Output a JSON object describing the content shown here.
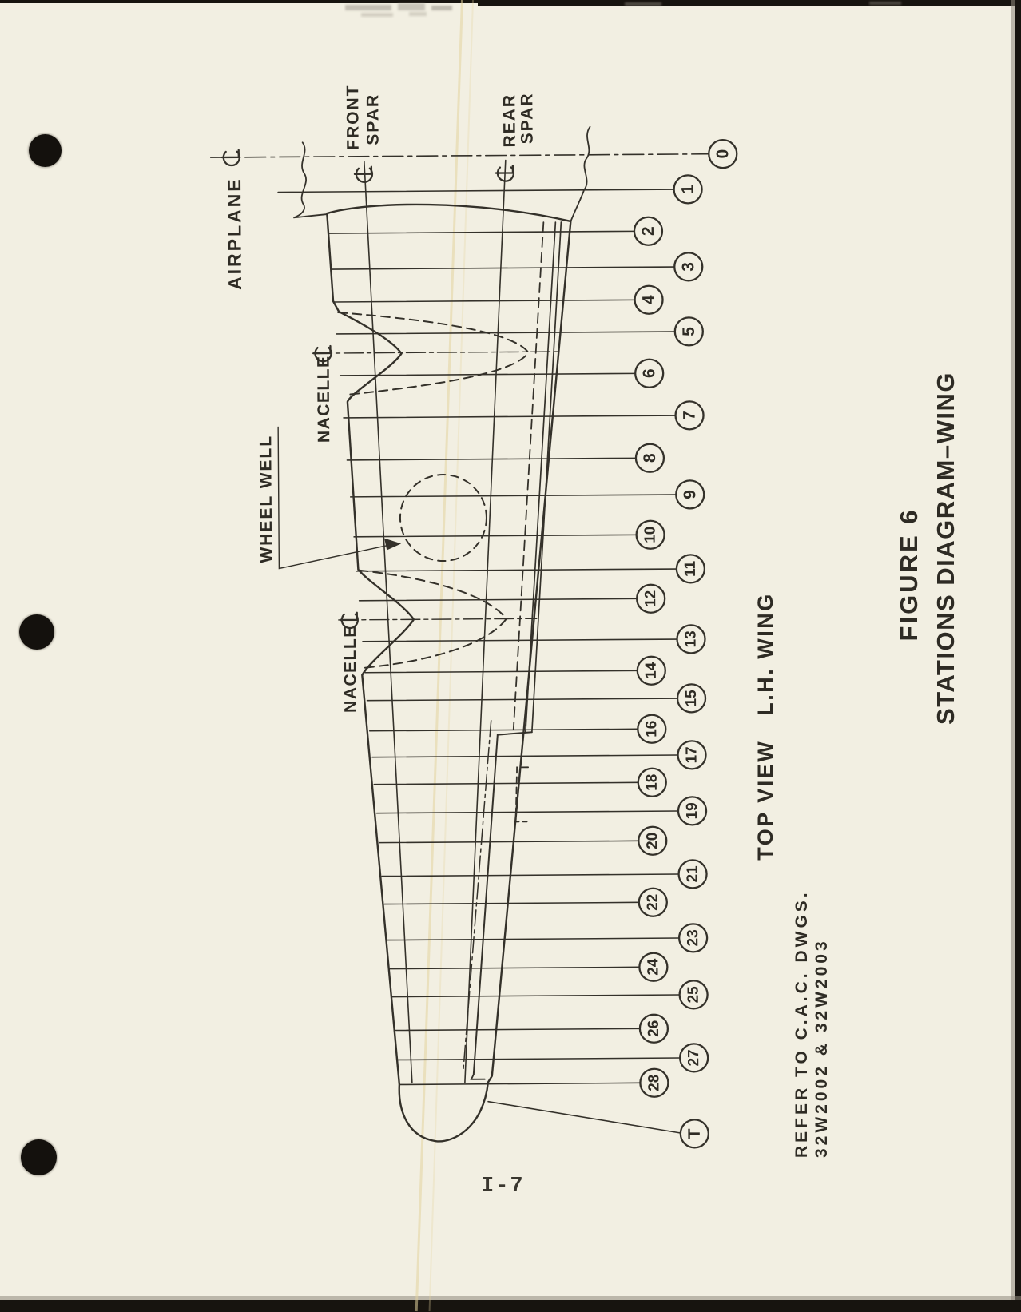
{
  "page": {
    "number": "I-7",
    "figure_caption": {
      "line1": "FIGURE 6",
      "line2": "STATIONS DIAGRAM–WING"
    },
    "view_caption": "TOP VIEW   L.H. WING",
    "reference": {
      "line1": "REFER TO C.A.C. DWGS.",
      "line2": "32W2002 & 32W2003"
    }
  },
  "diagram": {
    "labels": {
      "airplane_centerline": "AIRPLANE",
      "front_spar": [
        "FRONT",
        "SPAR"
      ],
      "rear_spar": [
        "REAR",
        "SPAR"
      ],
      "nacelle_inboard": "NACELLE",
      "nacelle_outboard": "NACELLE",
      "wheel_well": "WHEEL WELL"
    },
    "stations": [
      "0",
      "1",
      "2",
      "3",
      "4",
      "5",
      "6",
      "7",
      "8",
      "9",
      "10",
      "11",
      "12",
      "13",
      "14",
      "15",
      "16",
      "17",
      "18",
      "19",
      "20",
      "21",
      "22",
      "23",
      "24",
      "25",
      "26",
      "27",
      "28",
      "T"
    ]
  }
}
